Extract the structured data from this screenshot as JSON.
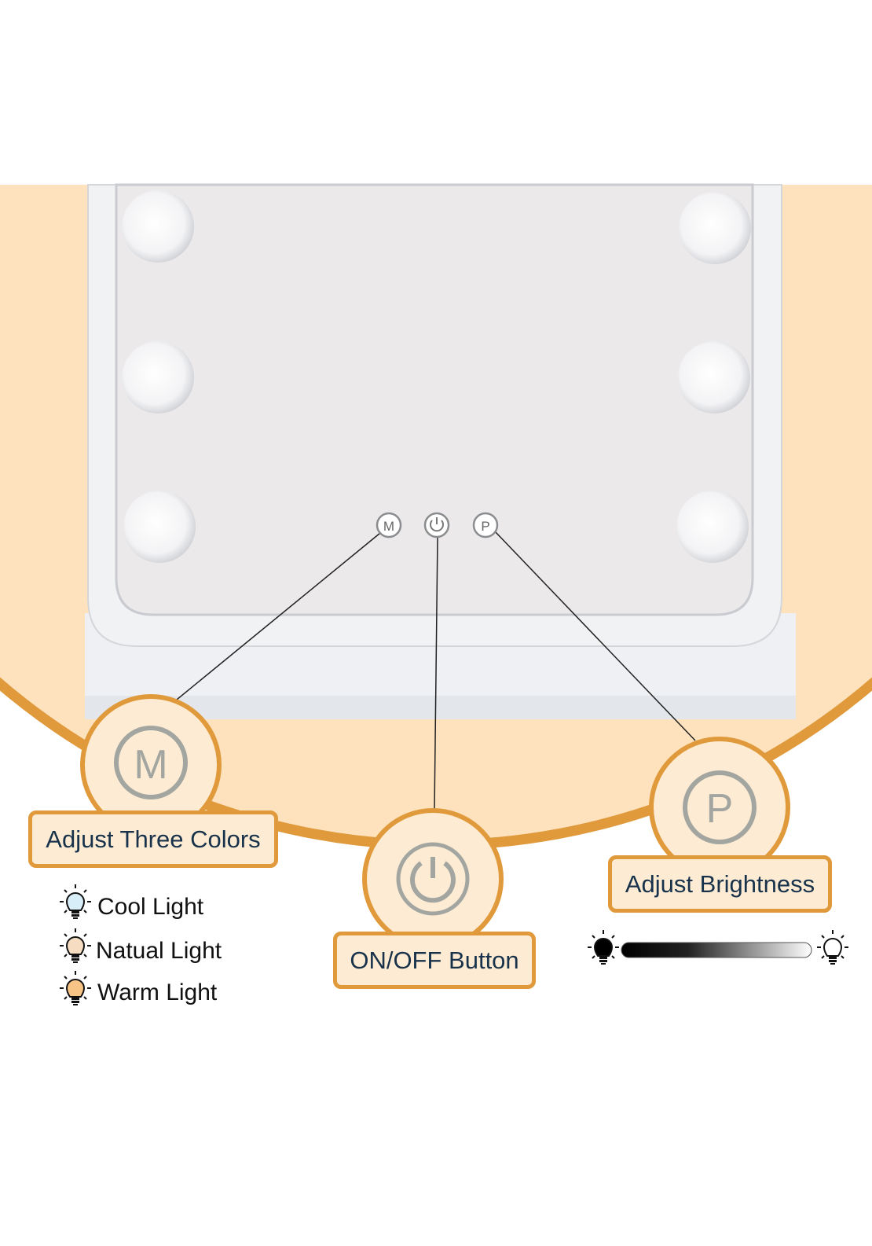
{
  "colors": {
    "accent": "#e09a3c",
    "background_fill": "#fde2bd",
    "callout_fill": "#fdebd3",
    "text": "#17324a"
  },
  "buttons_on_mirror": [
    {
      "glyph": "M"
    },
    {
      "glyph": "power"
    },
    {
      "glyph": "P"
    }
  ],
  "callouts": {
    "m": {
      "glyph": "M",
      "label": "Adjust Three Colors"
    },
    "power": {
      "glyph": "power-icon",
      "label": "ON/OFF Button"
    },
    "p": {
      "glyph": "P",
      "label": "Adjust Brightness"
    }
  },
  "color_modes": [
    {
      "label": "Cool Light",
      "color": "#d8eef9"
    },
    {
      "label": "Natual Light",
      "color": "#f6dcc0"
    },
    {
      "label": "Warm Light",
      "color": "#f7c486"
    }
  ],
  "brightness_scale": {
    "min_icon": "bulb-dark-icon",
    "max_icon": "bulb-light-icon"
  }
}
